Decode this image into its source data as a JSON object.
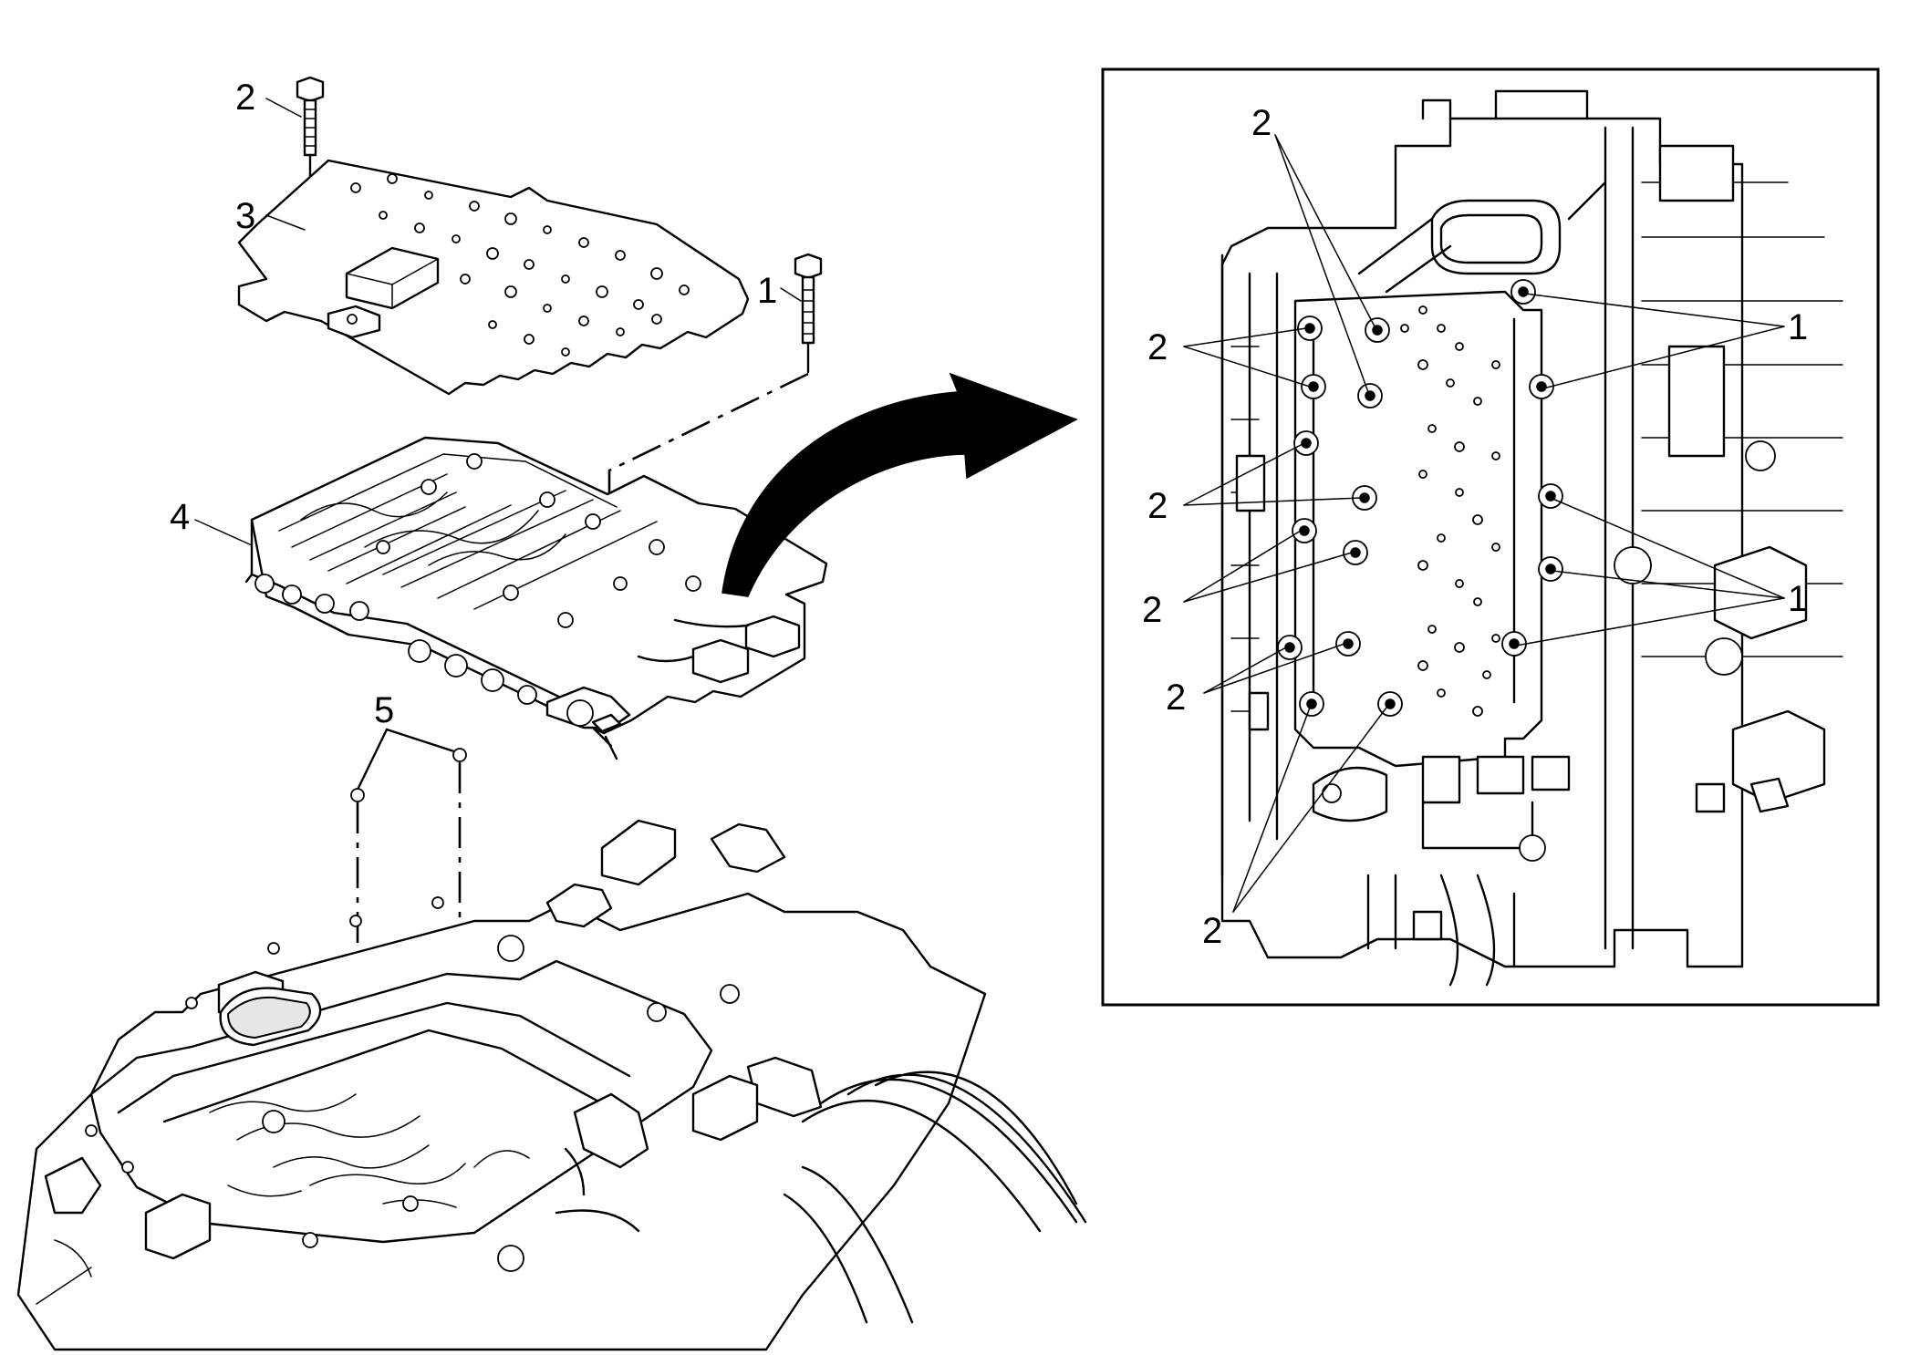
{
  "callouts": {
    "main_bolt_top": "2",
    "main_plate": "3",
    "main_bolt_right": "1",
    "main_valve_body": "4",
    "main_pins": "5",
    "detail_top": "2",
    "detail_left_1": "2",
    "detail_left_2": "2",
    "detail_left_3": "2",
    "detail_left_4": "2",
    "detail_bottom": "2",
    "detail_right_upper": "1",
    "detail_right_lower": "1"
  },
  "colors": {
    "line": "#000000",
    "background": "#ffffff"
  }
}
